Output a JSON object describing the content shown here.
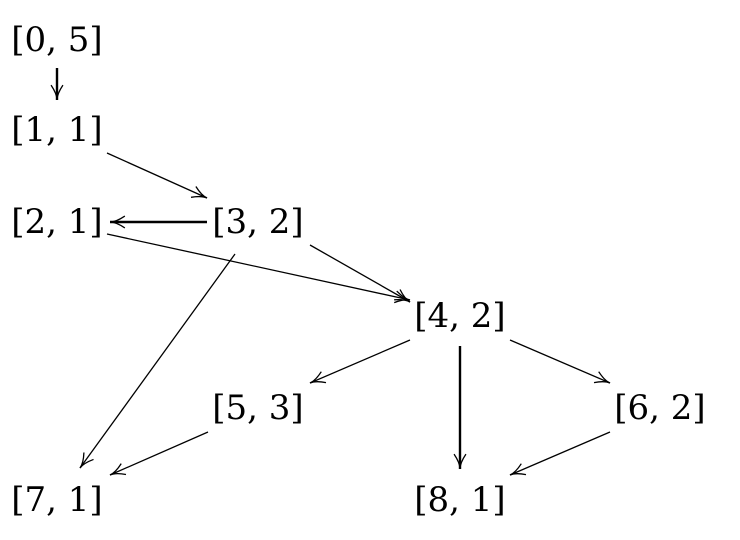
{
  "colors": {
    "ink": "#000000",
    "background": "#ffffff"
  },
  "nodes": [
    {
      "id": "n0",
      "label": "[0, 5]"
    },
    {
      "id": "n1",
      "label": "[1, 1]"
    },
    {
      "id": "n2",
      "label": "[2, 1]"
    },
    {
      "id": "n3",
      "label": "[3, 2]"
    },
    {
      "id": "n4",
      "label": "[4, 2]"
    },
    {
      "id": "n5",
      "label": "[5, 3]"
    },
    {
      "id": "n6",
      "label": "[6, 2]"
    },
    {
      "id": "n7",
      "label": "[7, 1]"
    },
    {
      "id": "n8",
      "label": "[8, 1]"
    }
  ],
  "edges": [
    {
      "from": "n0",
      "to": "n1",
      "bold": true
    },
    {
      "from": "n1",
      "to": "n3",
      "bold": false
    },
    {
      "from": "n3",
      "to": "n2",
      "bold": true
    },
    {
      "from": "n2",
      "to": "n4",
      "bold": false
    },
    {
      "from": "n3",
      "to": "n4",
      "bold": false
    },
    {
      "from": "n3",
      "to": "n7",
      "bold": false
    },
    {
      "from": "n4",
      "to": "n5",
      "bold": false
    },
    {
      "from": "n4",
      "to": "n8",
      "bold": true
    },
    {
      "from": "n4",
      "to": "n6",
      "bold": false
    },
    {
      "from": "n5",
      "to": "n7",
      "bold": false
    },
    {
      "from": "n6",
      "to": "n8",
      "bold": false
    }
  ]
}
